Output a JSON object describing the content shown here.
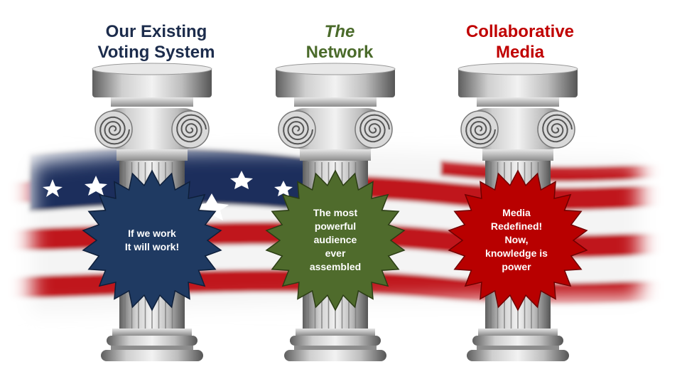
{
  "colors": {
    "title_1": "#1c2c4c",
    "title_2": "#4a6a2a",
    "title_3": "#c00000",
    "burst_1": "#1f3a62",
    "burst_2": "#4f6b2c",
    "burst_3": "#b80000",
    "flag_red": "#c0191e",
    "flag_blue": "#1f2f5c",
    "column_gray": "#9a9a9a"
  },
  "pillars": [
    {
      "title_line_1": "Our Existing",
      "title_line_2": "Voting System",
      "burst_lines": [
        "If we work",
        "It will work!"
      ]
    },
    {
      "title_line_1": "The",
      "title_line_2": "Network",
      "burst_lines": [
        "The most",
        "powerful",
        "audience",
        "ever",
        "assembled"
      ]
    },
    {
      "title_line_1": "Collaborative",
      "title_line_2": "Media",
      "burst_lines": [
        "Media",
        "Redefined!",
        "Now,",
        "knowledge is",
        "power"
      ]
    }
  ]
}
